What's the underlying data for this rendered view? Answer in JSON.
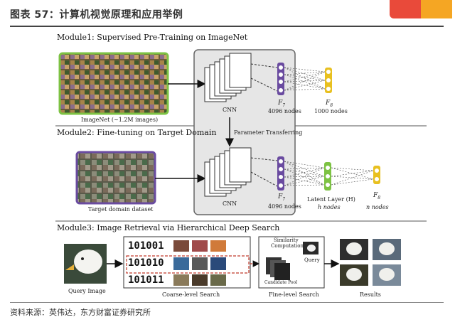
{
  "header": {
    "title": "图表 57：计算机视觉原理和应用举例"
  },
  "modules": {
    "m1": "Module1: Supervised Pre-Training on ImageNet",
    "m2": "Module2: Fine-tuning on Target Domain",
    "m3": "Module3: Image Retrieval via Hierarchical Deep Search"
  },
  "labels": {
    "imagenet": "ImageNet (~1.2M images)",
    "cnn1": "CNN",
    "cnn2": "CNN",
    "f7_top": "F",
    "f7_top_sub": "7",
    "nodes4096_top": "4096 nodes",
    "f8": "F",
    "f8_sub": "8",
    "nodes1000": "1000 nodes",
    "param": "Parameter Transferring",
    "target": "Target domain dataset",
    "f7_bot": "F",
    "f7_bot_sub": "7",
    "nodes4096_bot": "4096 nodes",
    "latent": "Latent Layer (H)",
    "h_nodes": "h nodes",
    "f8b": "F",
    "f8b_sub": "8",
    "n_nodes": "n nodes",
    "query_image": "Query Image",
    "coarse": "Coarse-level Search",
    "similarity": "Similarity",
    "computation": "Computation",
    "query": "Query",
    "candidate": "Candidate Pool",
    "fine": "Fine-level Search",
    "results": "Results"
  },
  "codes": [
    "101001",
    "101010",
    "101011"
  ],
  "footer": {
    "source": "资料来源：英伟达，东方财富证券研究所"
  },
  "colors": {
    "green": "#7dc243",
    "purple": "#6a4ba0",
    "yellow": "#e8c020",
    "red": "#c0392b"
  }
}
